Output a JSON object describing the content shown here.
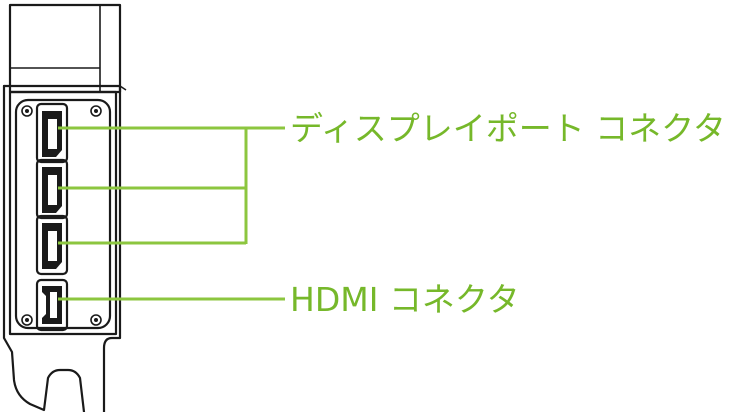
{
  "labels": {
    "displayport": "ディスプレイポート コネクタ",
    "hdmi": "HDMI コネクタ"
  },
  "colors": {
    "callout": "#8cc63f",
    "label_text": "#76b82a",
    "line_art": "#1a1a1a"
  },
  "ports": [
    {
      "type": "displayport"
    },
    {
      "type": "displayport"
    },
    {
      "type": "displayport"
    },
    {
      "type": "hdmi"
    }
  ]
}
